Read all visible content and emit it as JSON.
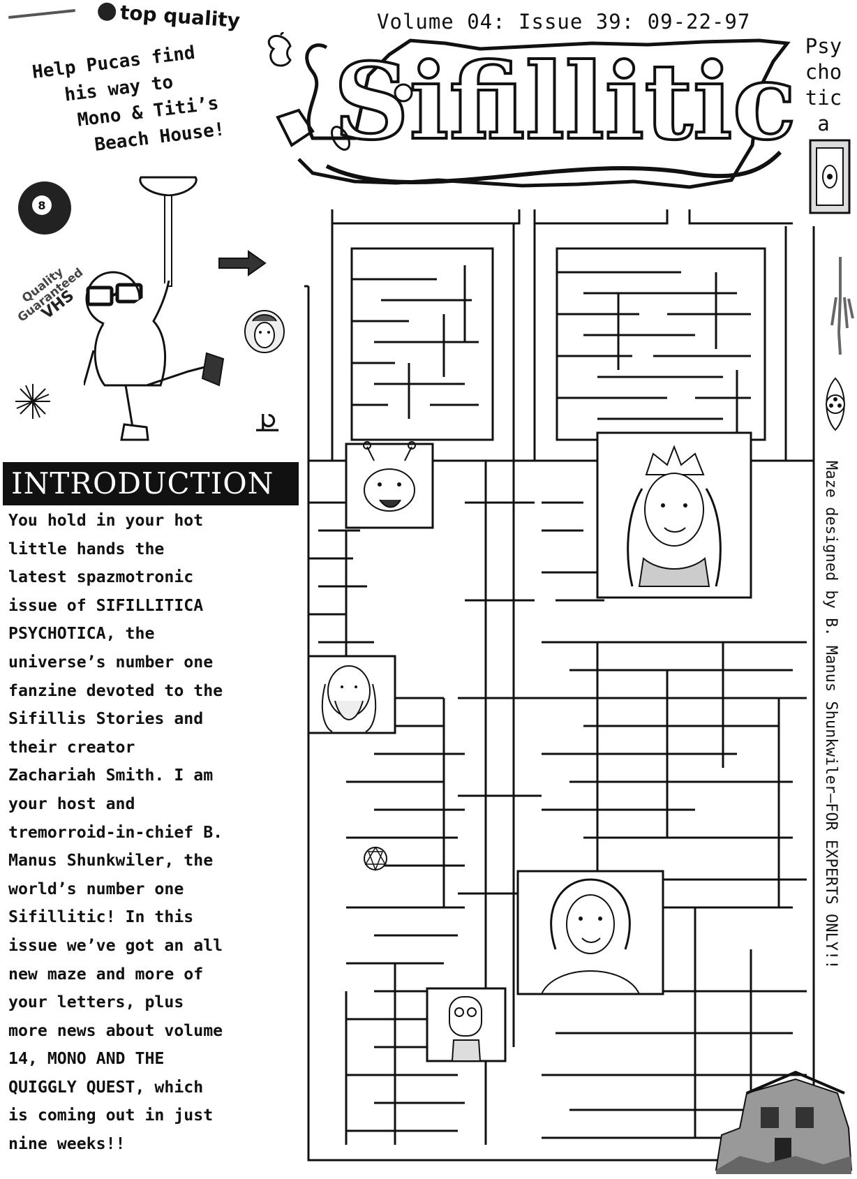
{
  "header": {
    "issue_line": "Volume 04: Issue 39: 09-22-97",
    "top_quality": "top quality",
    "title_art": "Sifillitica",
    "side_word_lines": [
      "Psy",
      "cho",
      "tic",
      "a"
    ]
  },
  "helper": {
    "lines": [
      "Help Pucas find",
      "his way to",
      "Mono & Titi’s",
      "Beach House!"
    ]
  },
  "badges": {
    "vhs_lines": [
      "Quality",
      "Guaranteed",
      "VHS"
    ],
    "eight_ball": "8"
  },
  "credit": "Maze designed by B. Manus Shunkwiler—FOR EXPERTS ONLY!!",
  "introduction": {
    "heading": "INTRODUCTION",
    "lines": [
      "You hold in your hot",
      "little hands the",
      "latest spazmotronic",
      "issue of SIFILLITICA",
      "PSYCHOTICA, the",
      "universe’s number one",
      "fanzine devoted to the",
      "Sifillis Stories and",
      "their creator",
      "Zachariah Smith. I am",
      "your host and",
      "tremorroid-in-chief B.",
      "Manus Shunkwiler, the",
      "world’s number one",
      "Sifillitic! In this",
      "issue we’ve got an all",
      "new maze and more of",
      "your letters, plus",
      "more news about volume",
      "14, MONO AND THE",
      "QUIGGLY QUEST, which",
      "is coming out in just",
      "nine weeks!!"
    ]
  },
  "icons": [
    "skull-icon",
    "apple-core-icon",
    "eight-ball-icon",
    "plunger-character-icon",
    "arrow-right-icon",
    "woman-face-sticker-icon",
    "starburst-icon",
    "hook-glyph-icon",
    "vhs-tape-icon",
    "skeleton-hand-icon",
    "film-reel-eye-icon",
    "beach-house-icon",
    "dog-portrait-icon",
    "princess-portrait-icon",
    "old-man-portrait-icon",
    "enneagram-icon",
    "woman-portrait-icon",
    "robot-portrait-icon"
  ],
  "colors": {
    "ink": "#111111",
    "paper": "#ffffff",
    "gray": "#777777"
  }
}
